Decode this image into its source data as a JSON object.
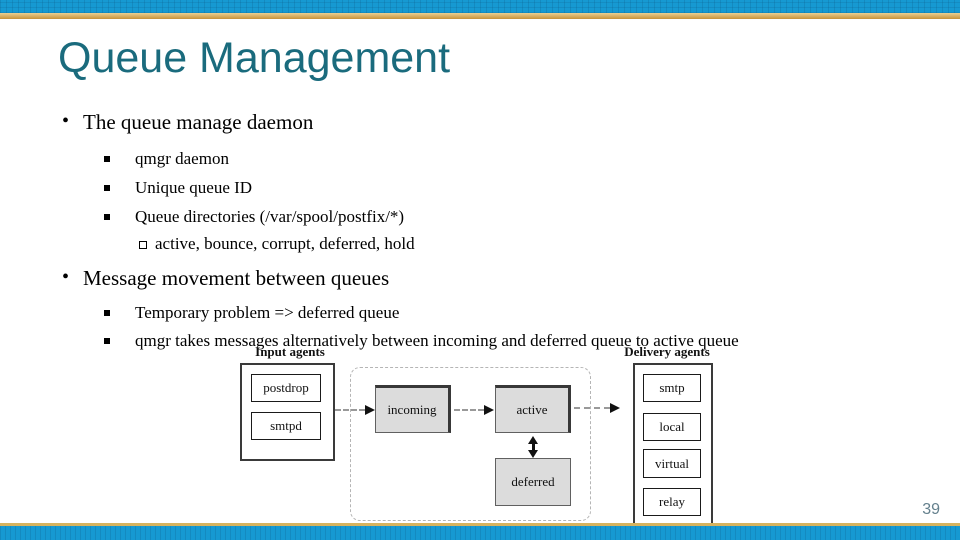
{
  "slide": {
    "title": "Queue Management",
    "page_number": "39",
    "colors": {
      "title_teal": "#1a6b7d",
      "top_bar_blue": "#1699d2",
      "gold_accent": "#d7b35e",
      "page_number": "#64808d",
      "queue_box_gray": "#dcdcdc"
    },
    "sections": [
      {
        "heading": "The queue manage daemon",
        "items": [
          {
            "text": "qmgr daemon"
          },
          {
            "text": "Unique queue ID"
          },
          {
            "text": "Queue directories (/var/spool/postfix/*)"
          },
          {
            "text": "active, bounce, corrupt, deferred, hold"
          }
        ]
      },
      {
        "heading": "Message movement between queues",
        "items": [
          {
            "text": "Temporary problem => deferred queue"
          },
          {
            "text": "qmgr takes messages alternatively between incoming and deferred queue to active queue"
          }
        ]
      }
    ],
    "diagram": {
      "input_agents_label": "Input agents",
      "delivery_agents_label": "Delivery agents",
      "input_agents": [
        "postdrop",
        "smtpd"
      ],
      "queues": {
        "incoming": "incoming",
        "active": "active",
        "deferred": "deferred"
      },
      "delivery_agents": [
        "smtp",
        "local",
        "virtual",
        "relay"
      ]
    }
  }
}
